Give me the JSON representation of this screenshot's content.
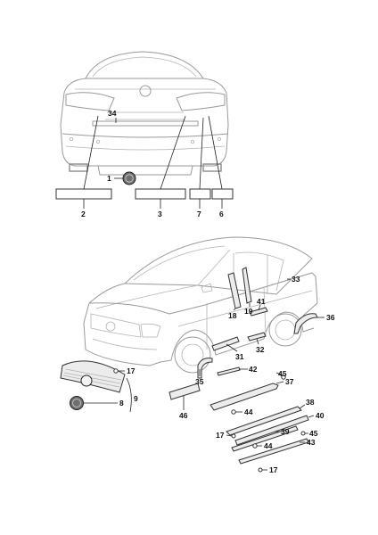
{
  "callouts": {
    "c1": "1",
    "c2": "2",
    "c3": "3",
    "c6": "6",
    "c7": "7",
    "c34": "34",
    "c17a": "17",
    "c8": "8",
    "c9": "9",
    "c46": "46",
    "c35": "35",
    "c31": "31",
    "c42": "42",
    "c45a": "45",
    "c37": "37",
    "c32": "32",
    "c18": "18",
    "c19": "19",
    "c41": "41",
    "c33": "33",
    "c36": "36",
    "c38": "38",
    "c44a": "44",
    "c40": "40",
    "c17b": "17",
    "c39": "39",
    "c45b": "45",
    "c43": "43",
    "c44b": "44",
    "c17c": "17"
  },
  "colors": {
    "line": "#9a9a9a",
    "leader": "#222222",
    "part_fill": "#ececec"
  }
}
